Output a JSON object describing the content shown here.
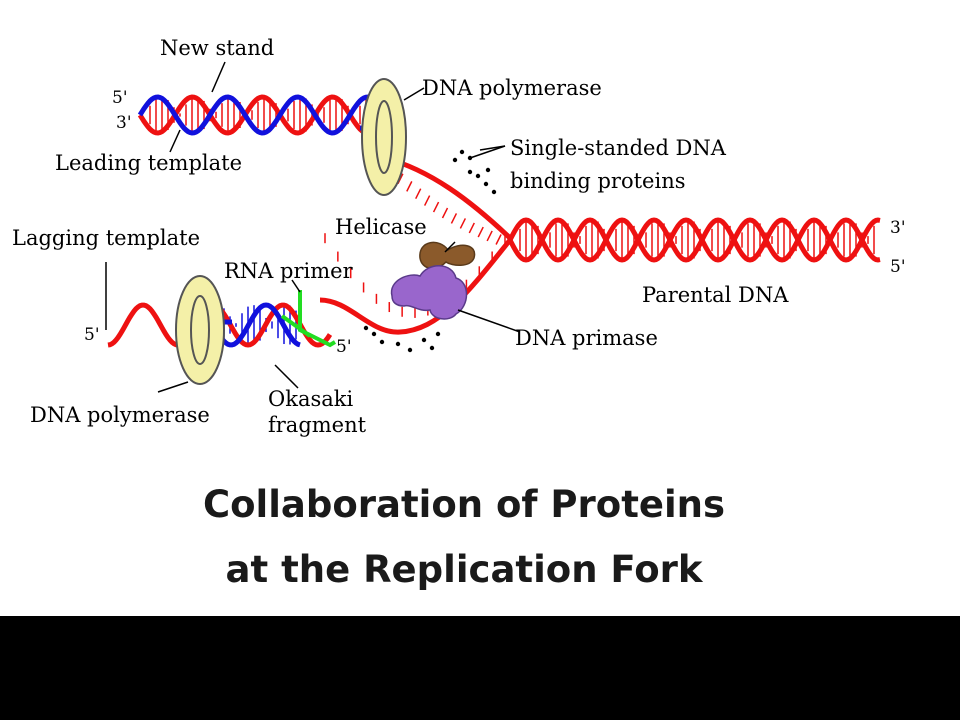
{
  "labels": {
    "new_strand": "New stand",
    "dna_polymerase_top": "DNA polymerase",
    "ssb_line1": "Single-standed DNA",
    "ssb_line2": "binding proteins",
    "leading_template": "Leading template",
    "lagging_template": "Lagging template",
    "helicase": "Helicase",
    "rna_primer": "RNA primer",
    "parental_dna": "Parental DNA",
    "dna_primase": "DNA primase",
    "dna_polymerase_bottom": "DNA polymerase",
    "okasaki_line1": "Okasaki",
    "okasaki_line2": "fragment"
  },
  "ends": {
    "top_5": "5'",
    "top_3": "3'",
    "parental_3": "3'",
    "parental_5": "5'",
    "lagging_5": "5'",
    "primer_5": "5'"
  },
  "caption": {
    "line1": "Collaboration of Proteins",
    "line2": "at the Replication Fork"
  },
  "colors": {
    "template_strand": "#ee1111",
    "new_strand": "#1111dd",
    "rna_primer": "#22dd22",
    "polymerase": "#f4f0a8",
    "helicase": "#8b5a2b",
    "primase": "#9966cc",
    "bottom_bar": "#000000"
  }
}
